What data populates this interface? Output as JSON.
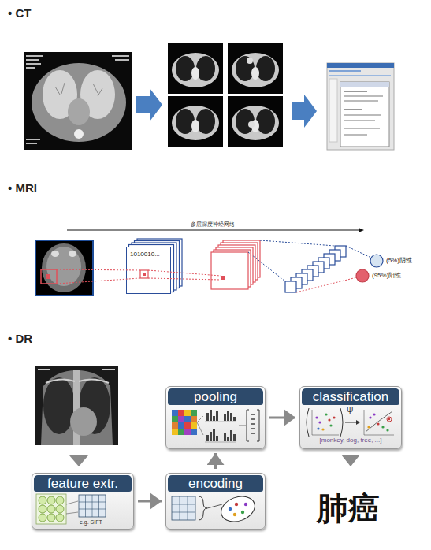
{
  "diagram": {
    "nodes": [
      {
        "text": [
          "1010010..."
        ]
      },
      {
        "text": [
          "(5%)阴性"
        ]
      },
      {
        "text": [
          "(95%)阳性"
        ]
      },
      {
        "text": [
          "feature extr.",
          "e.g. SIFT"
        ]
      },
      {
        "text": [
          "encoding"
        ]
      },
      {
        "text": [
          "pooling"
        ]
      },
      {
        "text": [
          "classification",
          "Ψ",
          "[monkey, dog, tree, ...]"
        ]
      }
    ],
    "edges": [
      {
        "from": 3,
        "to": 4,
        "arrow": "to"
      },
      {
        "from": 4,
        "to": 5,
        "arrow": "to"
      },
      {
        "from": 5,
        "to": 6,
        "arrow": "to"
      }
    ],
    "labels": [
      "• CT",
      "• MRI",
      "• DR",
      "多层深度神经网络",
      "肺癌"
    ]
  }
}
